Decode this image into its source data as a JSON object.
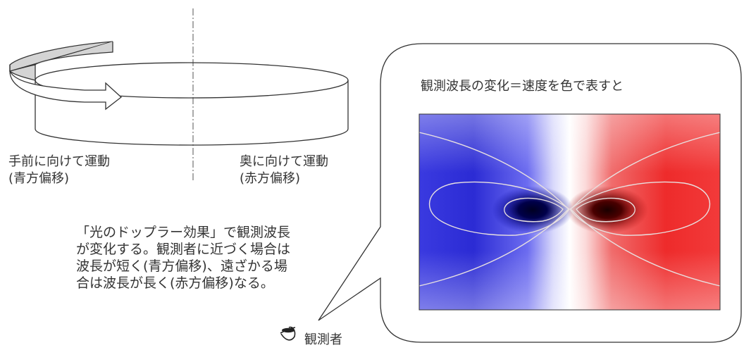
{
  "left_motion": {
    "line1": "手前に向けて運動",
    "line2": "(青方偏移)"
  },
  "right_motion": {
    "line1": "奥に向けて運動",
    "line2": "(赤方偏移)"
  },
  "explanation": {
    "lines": [
      "「光のドップラー効果」で観測波長",
      "が変化する。観測者に近づく場合は",
      "波長が短く(青方偏移)、遠ざかる場",
      "合は波長が長く(赤方偏移)なる。"
    ]
  },
  "velocity_map": {
    "title": "観測波長の変化＝速度を色で表すと",
    "approaching_color": "#0000cc",
    "receding_color": "#ee0000",
    "contour_color": "#e8e0e0"
  },
  "observer": {
    "label": "観測者",
    "icon": "eye-icon"
  },
  "colors": {
    "line": "#333333",
    "arrow_fill": "#d4d4d4",
    "background": "#ffffff"
  }
}
